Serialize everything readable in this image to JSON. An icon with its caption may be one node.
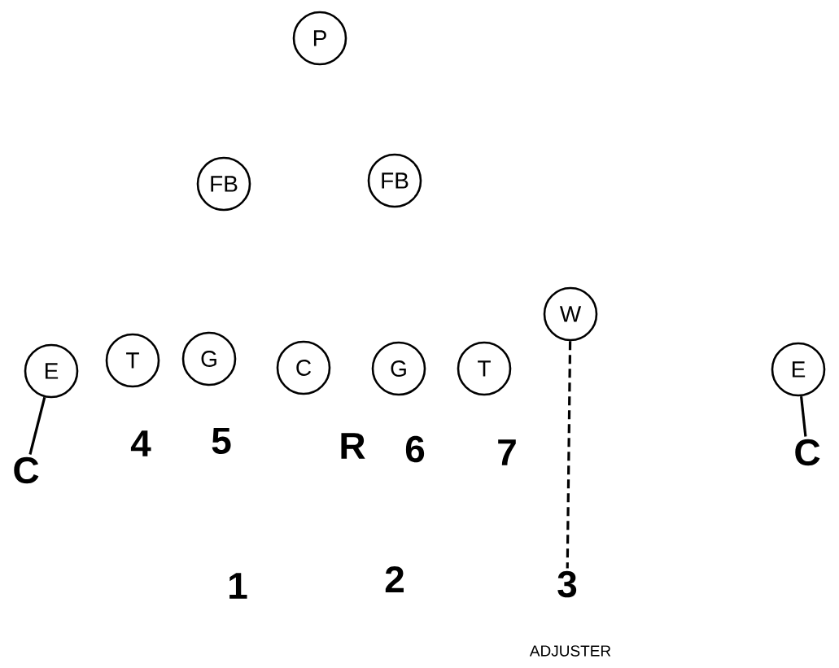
{
  "diagram": {
    "nodes": [
      {
        "text": [
          "P"
        ]
      },
      {
        "text": [
          "FB"
        ]
      },
      {
        "text": [
          "FB"
        ]
      },
      {
        "text": [
          "E"
        ]
      },
      {
        "text": [
          "T"
        ]
      },
      {
        "text": [
          "G"
        ]
      },
      {
        "text": [
          "C"
        ]
      },
      {
        "text": [
          "G"
        ]
      },
      {
        "text": [
          "T"
        ]
      },
      {
        "text": [
          "W"
        ]
      },
      {
        "text": [
          "E"
        ]
      },
      {
        "text": [
          "C"
        ]
      },
      {
        "text": [
          "C"
        ]
      },
      {
        "text": [
          "3"
        ]
      }
    ],
    "edges": [
      {
        "from": 3,
        "to": 11,
        "arrow": "none"
      },
      {
        "from": 9,
        "to": 13,
        "arrow": "none",
        "style": "dashed"
      },
      {
        "from": 10,
        "to": 12,
        "arrow": "none"
      }
    ],
    "labels": [
      "4",
      "5",
      "R",
      "6",
      "7",
      "1",
      "2",
      "ADJUSTER"
    ]
  }
}
